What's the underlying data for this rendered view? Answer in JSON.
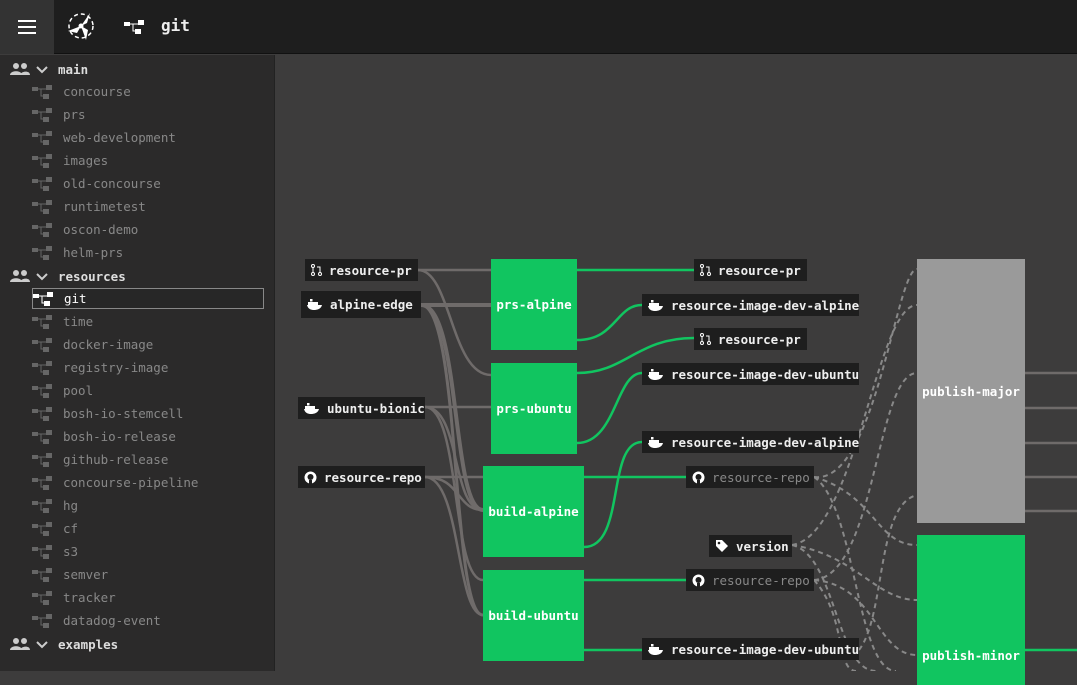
{
  "header": {
    "title": "git",
    "menu_icon": "hamburger-icon",
    "logo": "concourse-logo",
    "pipeline_icon": "pipeline-icon"
  },
  "sidebar": {
    "teams": [
      {
        "name": "main",
        "pipelines": [
          "concourse",
          "prs",
          "web-development",
          "images",
          "old-concourse",
          "runtimetest",
          "oscon-demo",
          "helm-prs"
        ]
      },
      {
        "name": "resources",
        "pipelines": [
          "git",
          "time",
          "docker-image",
          "registry-image",
          "pool",
          "bosh-io-stemcell",
          "bosh-io-release",
          "github-release",
          "concourse-pipeline",
          "hg",
          "cf",
          "s3",
          "semver",
          "tracker",
          "datadog-event"
        ]
      },
      {
        "name": "examples",
        "pipelines": []
      }
    ],
    "selected_pipeline": "git"
  },
  "graph": {
    "inputs": [
      {
        "label": "resource-pr",
        "icon": "pull-request-icon"
      },
      {
        "label": "alpine-edge",
        "icon": "docker-icon"
      },
      {
        "label": "ubuntu-bionic",
        "icon": "docker-icon"
      },
      {
        "label": "resource-repo",
        "icon": "github-icon"
      }
    ],
    "jobs": [
      {
        "label": "prs-alpine",
        "status": "succeeded"
      },
      {
        "label": "prs-ubuntu",
        "status": "succeeded"
      },
      {
        "label": "build-alpine",
        "status": "succeeded"
      },
      {
        "label": "build-ubuntu",
        "status": "succeeded"
      },
      {
        "label": "publish-major",
        "status": "pending"
      },
      {
        "label": "publish-minor",
        "status": "succeeded"
      }
    ],
    "outputs": [
      {
        "label": "resource-pr",
        "icon": "pull-request-icon"
      },
      {
        "label": "resource-image-dev-alpine",
        "icon": "docker-icon"
      },
      {
        "label": "resource-pr",
        "icon": "pull-request-icon"
      },
      {
        "label": "resource-image-dev-ubuntu",
        "icon": "docker-icon"
      },
      {
        "label": "resource-image-dev-alpine",
        "icon": "docker-icon"
      },
      {
        "label": "resource-repo",
        "icon": "github-icon",
        "dim": true
      },
      {
        "label": "version",
        "icon": "tag-icon"
      },
      {
        "label": "resource-repo",
        "icon": "github-icon",
        "dim": true
      },
      {
        "label": "resource-image-dev-ubuntu",
        "icon": "docker-icon"
      }
    ],
    "colors": {
      "succeeded": "#11c560",
      "pending": "#9a9a9a",
      "background": "#3d3c3c"
    }
  }
}
